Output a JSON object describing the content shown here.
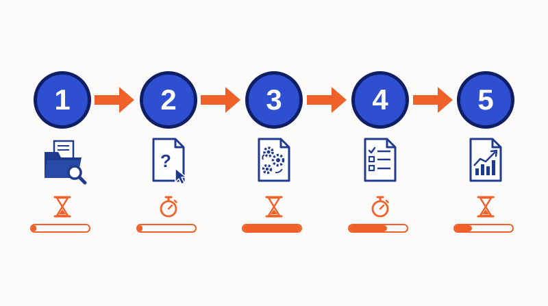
{
  "steps": [
    {
      "number": "1",
      "doc_icon": "folder-search-icon",
      "timer_icon": "hourglass-icon",
      "progress": 0.08
    },
    {
      "number": "2",
      "doc_icon": "document-question-icon",
      "timer_icon": "stopwatch-icon",
      "progress": 0.08
    },
    {
      "number": "3",
      "doc_icon": "document-gears-icon",
      "timer_icon": "hourglass-icon",
      "progress": 1.0
    },
    {
      "number": "4",
      "doc_icon": "document-checklist-icon",
      "timer_icon": "stopwatch-icon",
      "progress": 0.65
    },
    {
      "number": "5",
      "doc_icon": "document-chart-icon",
      "timer_icon": "hourglass-icon",
      "progress": 0.3
    }
  ],
  "colors": {
    "circle_fill": "#2e4fd0",
    "circle_border": "#0f1f66",
    "icon_blue": "#1f3a8f",
    "accent_orange": "#f0612a",
    "background": "#fcfbf9"
  }
}
